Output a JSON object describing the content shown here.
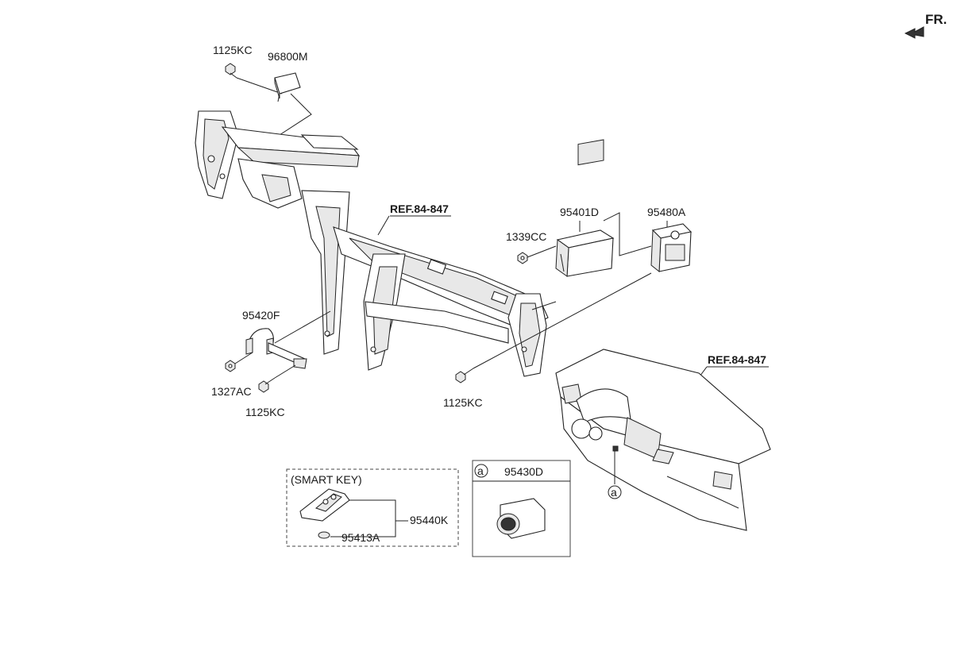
{
  "orientation": {
    "label": "FR."
  },
  "references": {
    "upper": "REF.84-847",
    "lower": "REF.84-847"
  },
  "parts": {
    "bolt_top": "1125KC",
    "receiver": "96800M",
    "bracket": "95420F",
    "nut_left": "1327AC",
    "bolt_lower_left": "1125KC",
    "bolt_center": "1125KC",
    "nut_center": "1339CC",
    "module_bcm": "95401D",
    "module_smk": "95480A"
  },
  "smart_key_box": {
    "title": "(SMART KEY)",
    "fob": "95440K",
    "battery": "95413A"
  },
  "start_button_box": {
    "callout": "a",
    "part": "95430D"
  },
  "dashboard_callout": "a"
}
